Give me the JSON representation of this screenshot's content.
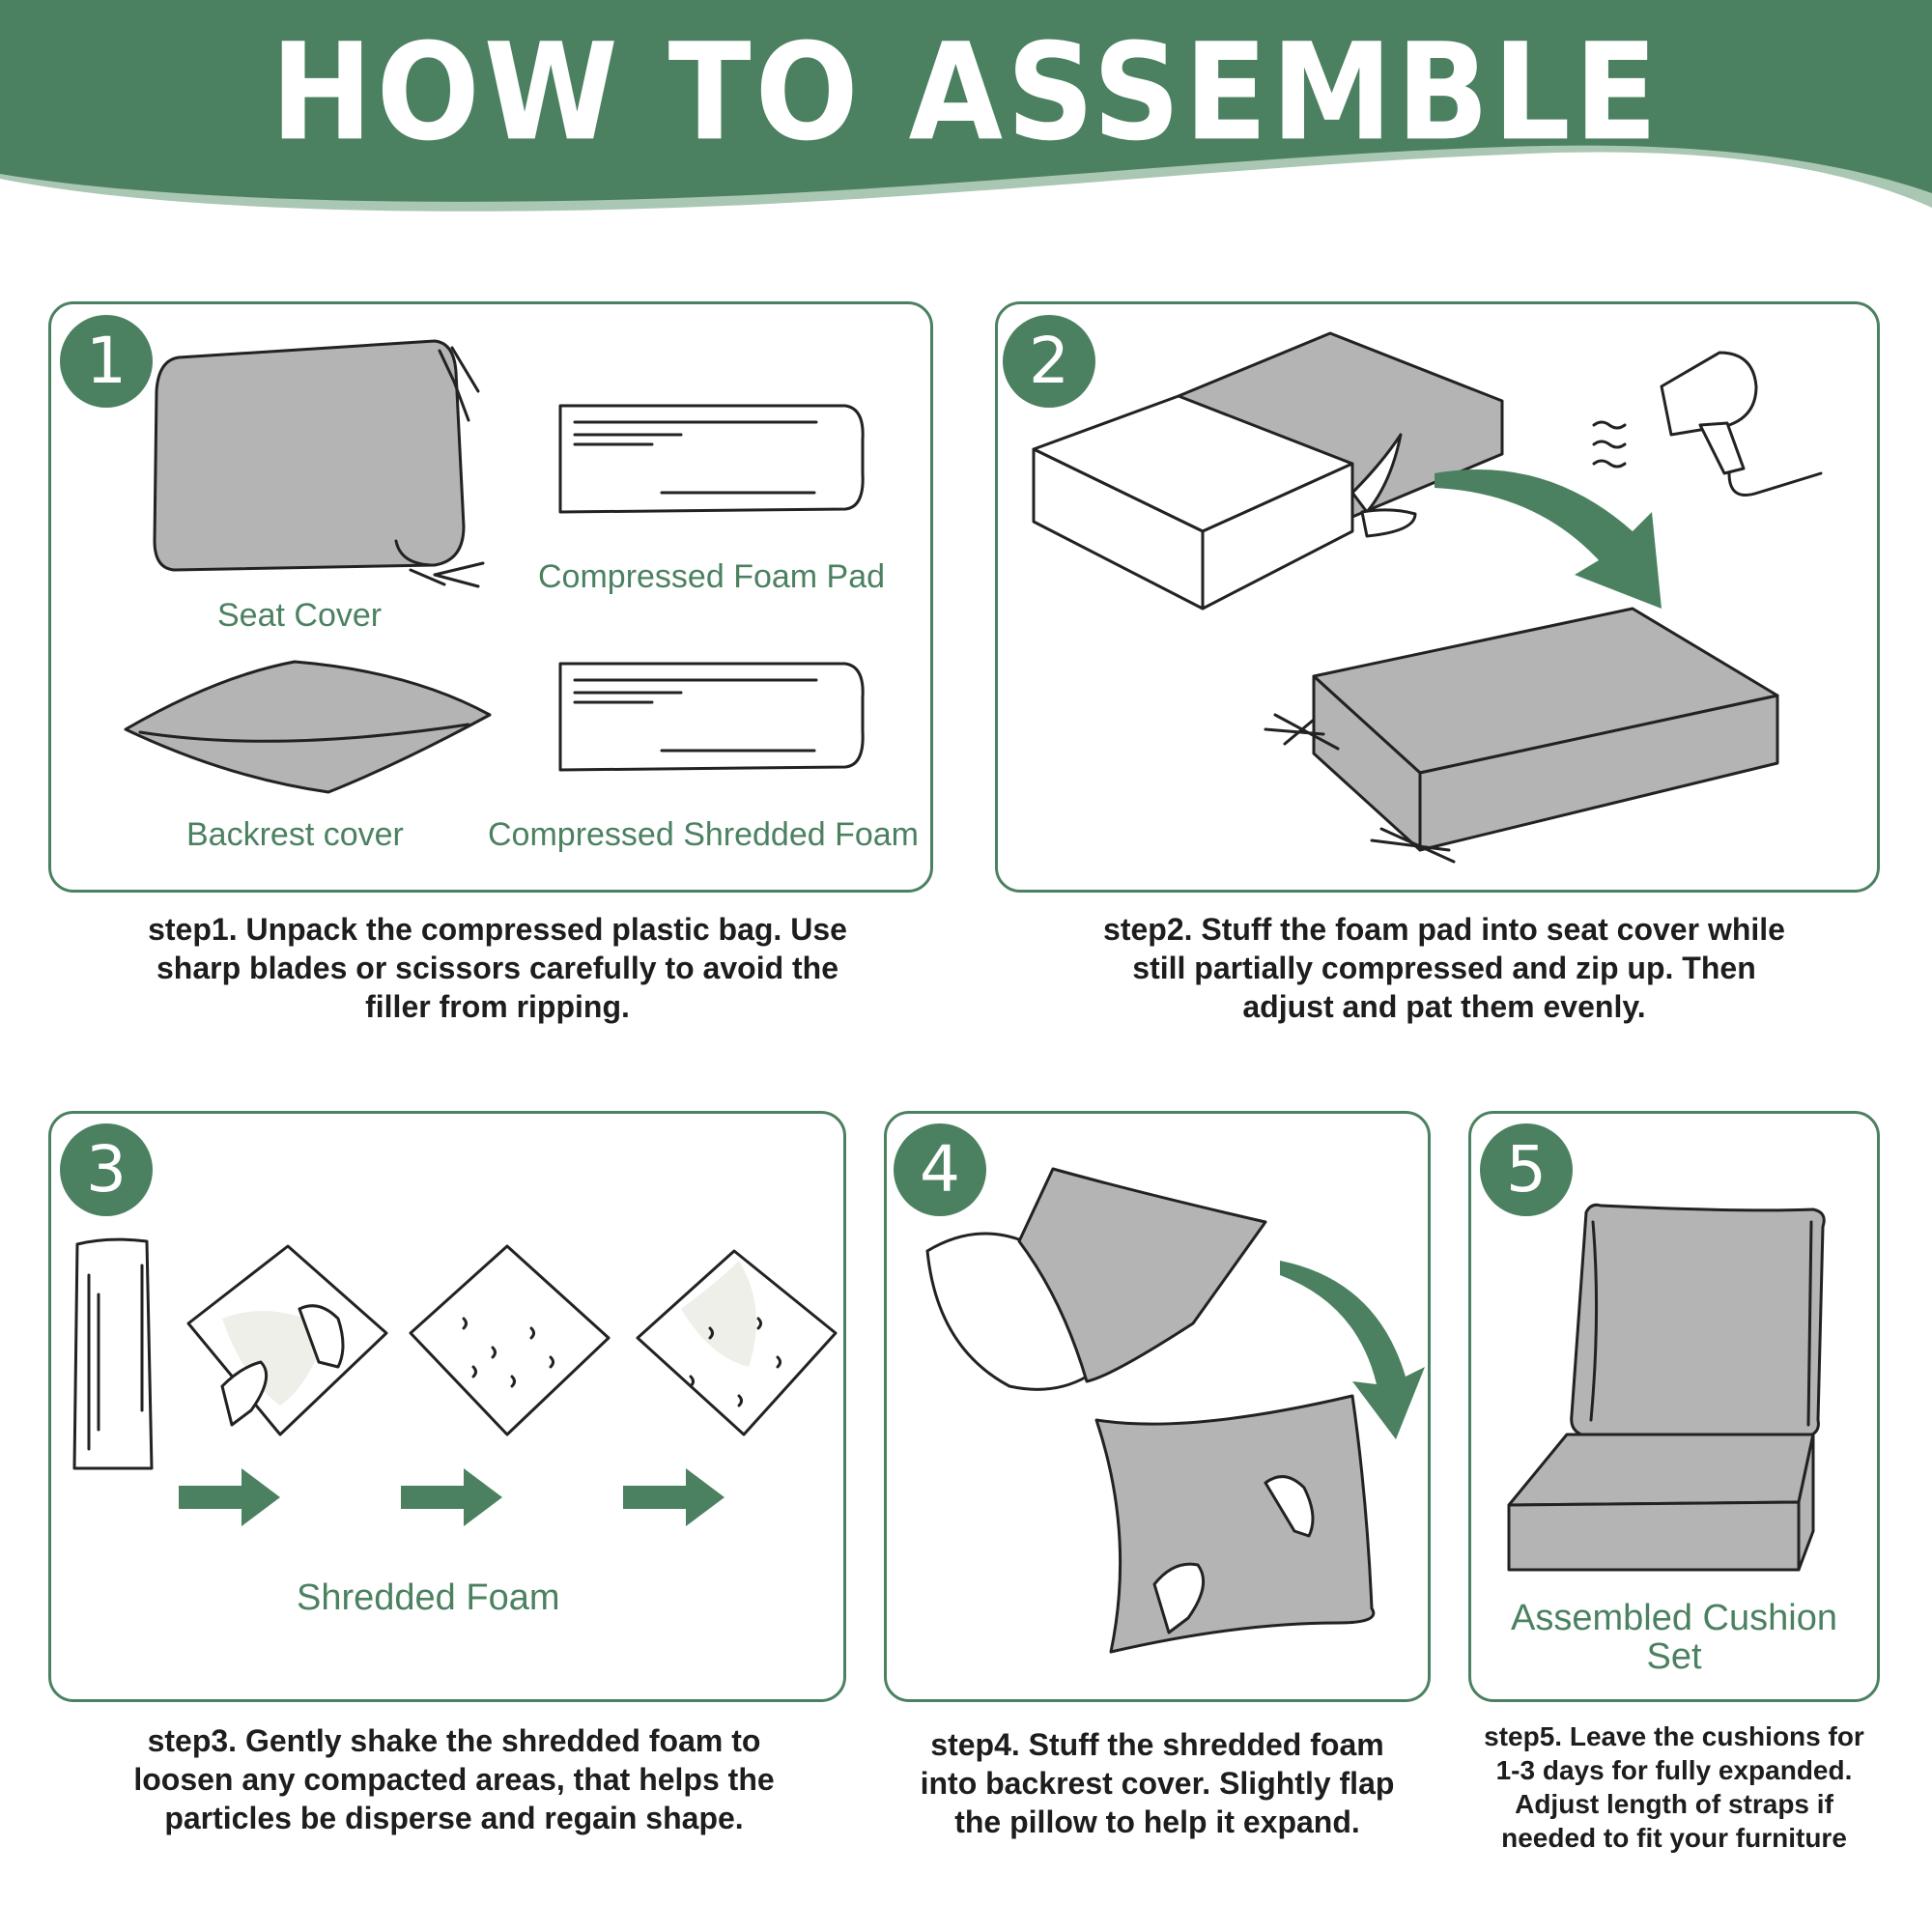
{
  "header": {
    "title": "HOW TO ASSEMBLE",
    "color": "#4b8160"
  },
  "panels": [
    {
      "number": "1",
      "labels": [
        "Seat Cover",
        "Compressed Foam Pad",
        "Backrest cover",
        "Compressed Shredded Foam"
      ]
    },
    {
      "number": "2"
    },
    {
      "number": "3",
      "labels": [
        "Shredded Foam"
      ]
    },
    {
      "number": "4"
    },
    {
      "number": "5",
      "labels": [
        "Assembled Cushion",
        "Set"
      ]
    }
  ],
  "steps": [
    [
      "step1. Unpack the compressed plastic bag. Use",
      "sharp blades or scissors carefully to avoid the",
      "filler from ripping."
    ],
    [
      "step2. Stuff the foam pad into seat cover while",
      "still partially compressed and zip up. Then",
      "adjust and pat them evenly."
    ],
    [
      "step3. Gently shake the shredded foam to",
      "loosen any compacted areas, that helps the",
      "particles be disperse and regain shape."
    ],
    [
      "step4. Stuff the shredded foam",
      "into backrest cover. Slightly flap",
      "the pillow to help it expand."
    ],
    [
      "step5. Leave the cushions for",
      "1-3 days for fully expanded.",
      "Adjust length of straps if",
      "needed to fit your furniture"
    ]
  ]
}
